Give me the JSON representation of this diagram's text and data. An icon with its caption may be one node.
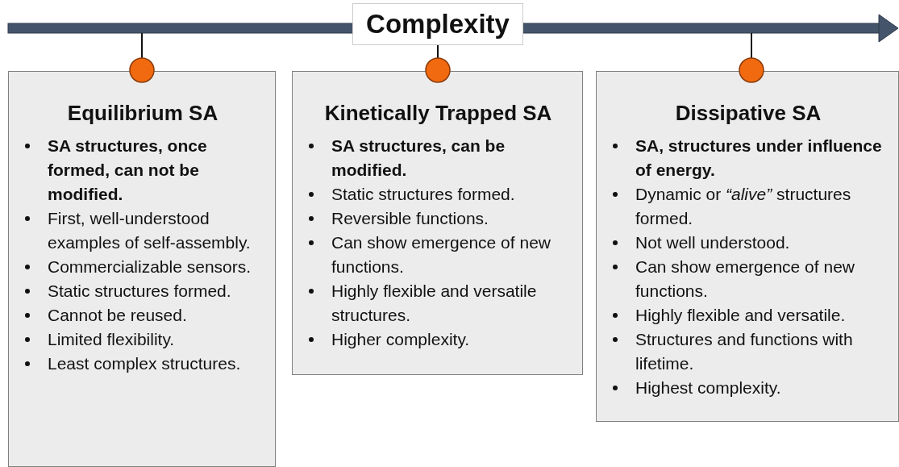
{
  "diagram": {
    "title": "Complexity",
    "nodes": [
      {
        "text": [
          "Equilibrium SA",
          "SA structures, once formed, can not be modified.",
          "First, well-understood examples of self-assembly.",
          "Commercializable sensors.",
          "Static structures formed.",
          "Cannot be reused.",
          "Limited flexibility.",
          "Least complex structures."
        ]
      },
      {
        "text": [
          "Kinetically Trapped SA",
          "SA structures, can be modified.",
          "Static structures formed.",
          "Reversible functions.",
          "Can show emergence of new functions.",
          "Highly flexible and versatile structures.",
          "Higher complexity."
        ]
      },
      {
        "text": [
          "Dissipative SA",
          "SA, structures under influence of energy.",
          "Dynamic or *“alive”* structures formed.",
          "Not well understood.",
          "Can show emergence of new functions.",
          "Highly flexible and versatile.",
          "Structures and functions with lifetime.",
          "Highest complexity."
        ]
      }
    ],
    "edges": []
  }
}
